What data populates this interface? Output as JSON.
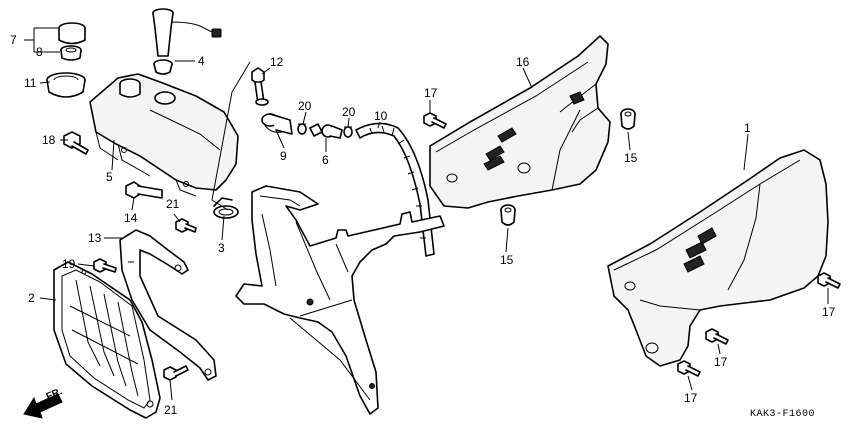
{
  "diagram": {
    "code": "KAK3-F1600",
    "direction_label": "FR.",
    "callouts": {
      "c1": "1",
      "c2": "2",
      "c3": "3",
      "c4": "4",
      "c5": "5",
      "c6": "6",
      "c7": "7",
      "c8": "8",
      "c9": "9",
      "c10": "10",
      "c11": "11",
      "c12": "12",
      "c13": "13",
      "c14": "14",
      "c15a": "15",
      "c15b": "15",
      "c16": "16",
      "c17a": "17",
      "c17b": "17",
      "c17c": "17",
      "c17d": "17",
      "c18": "18",
      "c19": "19",
      "c20a": "20",
      "c20b": "20",
      "c21a": "21",
      "c21b": "21"
    }
  }
}
